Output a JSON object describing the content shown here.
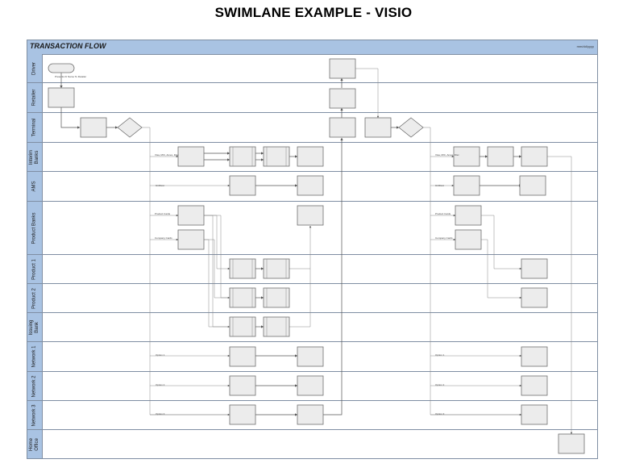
{
  "page_title": "SWIMLANE EXAMPLE - VISIO",
  "diagram": {
    "title": "TRANSACTION FLOW",
    "date": "mm/dd/yyyy"
  },
  "lanes": [
    {
      "label": "Driver"
    },
    {
      "label": "Retailer"
    },
    {
      "label": "Terminal"
    },
    {
      "label": "Interim Banks"
    },
    {
      "label": "AMS"
    },
    {
      "label": "Product Banks"
    },
    {
      "label": "Product 1"
    },
    {
      "label": "Product 2"
    },
    {
      "label": "Issuing Bank"
    },
    {
      "label": "Network 1"
    },
    {
      "label": "Network 2"
    },
    {
      "label": "Network 3"
    },
    {
      "label": "Home Office"
    }
  ],
  "annotations": {
    "start_note": "Presents Fi Name To Retailer",
    "interim_left": "Visa, M/C, Amex, Disc",
    "interim_right": "Visa, M/C, Amex, Disc",
    "ams_left": "Cir/Dcst",
    "ams_right": "Cir/Dcst",
    "product_card_left": "Product Cards",
    "company_card_left": "Company Cards",
    "product_card_right": "Product Cards",
    "company_card_right": "Company Cards",
    "option1_left": "Option 1",
    "option2_left": "Option 2",
    "option3_left": "Option 3",
    "option1_right": "Option 1",
    "option2_right": "Option 2",
    "option3_right": "Option 3"
  }
}
